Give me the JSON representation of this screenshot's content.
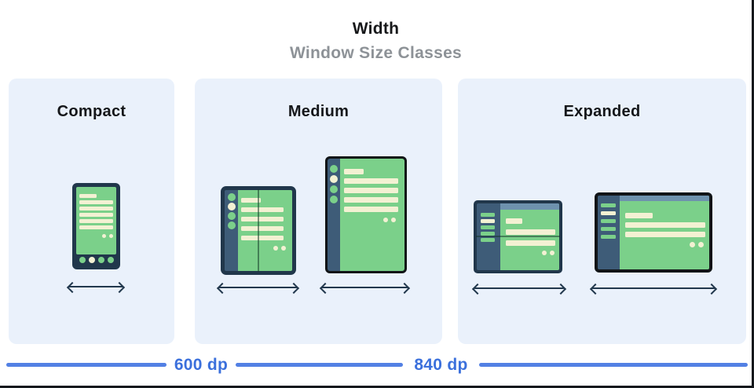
{
  "header": {
    "title": "Width",
    "subtitle": "Window Size Classes"
  },
  "panels": [
    {
      "id": "compact",
      "label": "Compact",
      "devices": [
        "phone"
      ]
    },
    {
      "id": "medium",
      "label": "Medium",
      "devices": [
        "open-foldable-portrait",
        "tablet-portrait"
      ]
    },
    {
      "id": "expanded",
      "label": "Expanded",
      "devices": [
        "open-foldable-landscape",
        "tablet-landscape"
      ]
    }
  ],
  "ruler": {
    "breakpoints": [
      "600 dp",
      "840 dp"
    ]
  },
  "icons": [
    "width-arrow",
    "phone-illustration",
    "foldable-illustration",
    "tablet-illustration"
  ],
  "colors": {
    "panel_background": "#eaf1fb",
    "device_frame_navy": "#21374b",
    "device_frame_black": "#111417",
    "screen_green": "#7bd08a",
    "content_cream": "#f3f1d3",
    "rail_steel_blue": "#3e5c78",
    "topbar_steel_light": "#6e92ae",
    "ruler_blue": "#5280e4",
    "ruler_label_blue": "#3b70dc",
    "subtitle_gray": "#8d9297",
    "arrow_navy": "#22384d"
  }
}
